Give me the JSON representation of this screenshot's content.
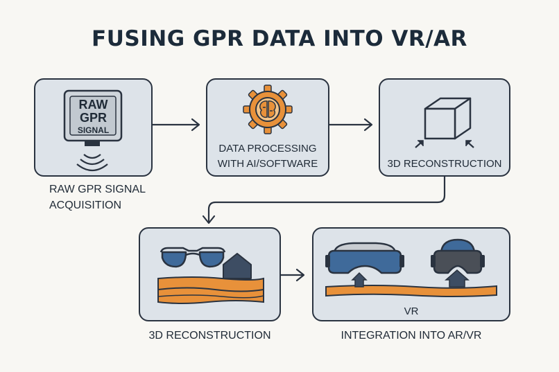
{
  "title": "FUSING GPR DATA INTO VR/AR",
  "steps": [
    {
      "device_text": [
        "RAW",
        "GPR",
        "SIGNAL"
      ],
      "caption": [
        "RAW GPR SIGNAL",
        "ACQUISITION"
      ],
      "icon": "gpr-device-icon"
    },
    {
      "label": [
        "DATA PROCESSING",
        "WITH AI/SOFTWARE"
      ],
      "icon": "gear-brain-icon"
    },
    {
      "label": "3D RECONSTRUCTION",
      "icon": "cube-icon"
    },
    {
      "caption": "3D RECONSTRUCTION",
      "icon": "ar-glasses-icon"
    },
    {
      "label": "VR",
      "caption": "INTEGRATION INTO AR/VR",
      "icon": "vr-headset-icon"
    }
  ],
  "colors": {
    "background": "#f8f7f3",
    "box_fill": "#dde3e9",
    "outline": "#2a3340",
    "accent_orange": "#e8913a",
    "lens_blue": "#3f6a9a",
    "house_slate": "#3d4d63"
  }
}
